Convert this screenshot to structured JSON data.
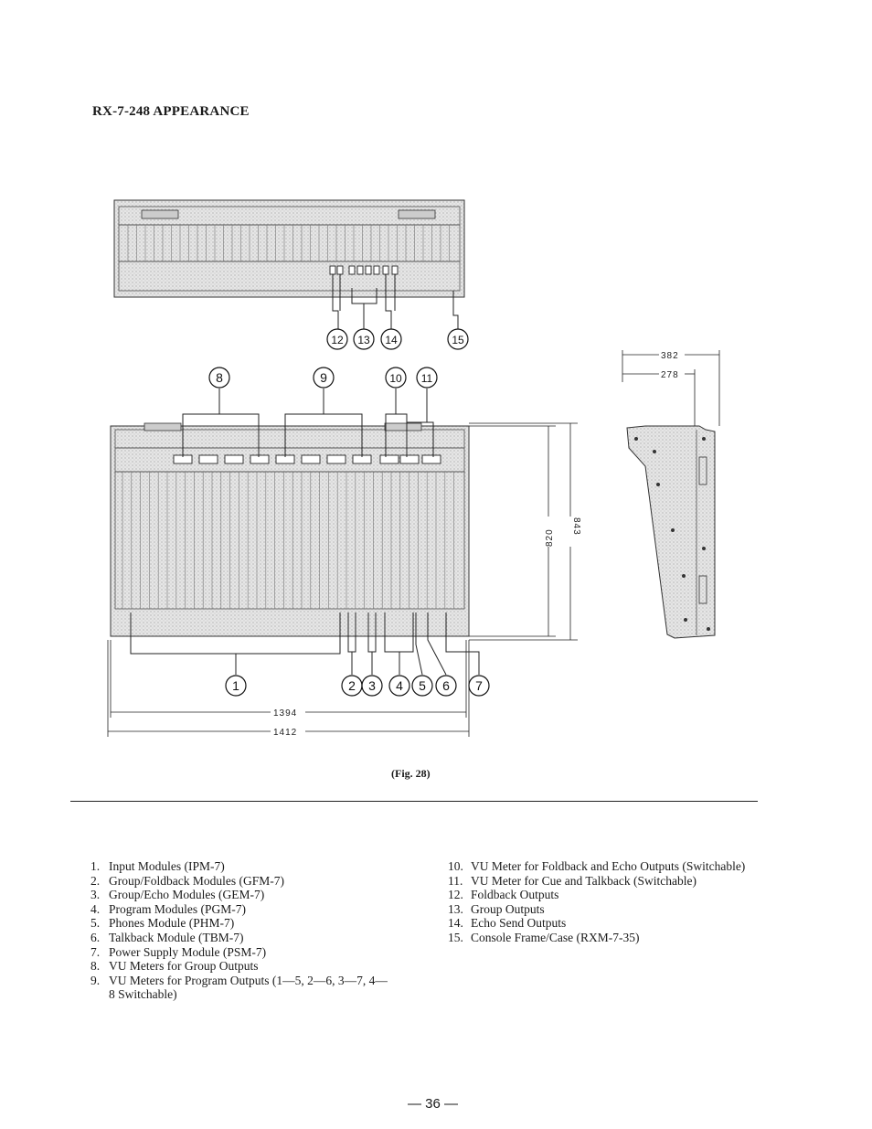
{
  "page": {
    "title": "RX-7-248 APPEARANCE",
    "caption": "(Fig. 28)",
    "page_number": "— 36 —"
  },
  "figure": {
    "dimensions": {
      "width_inner": "1394",
      "width_outer": "1412",
      "height_inner": "820",
      "height_outer": "843",
      "depth_outer": "382",
      "depth_inner": "278"
    },
    "callouts": [
      "1",
      "2",
      "3",
      "4",
      "5",
      "6",
      "7",
      "8",
      "9",
      "10",
      "11",
      "12",
      "13",
      "14",
      "15"
    ]
  },
  "legend": {
    "left": [
      {
        "num": "1.",
        "text": "Input Modules (IPM-7)"
      },
      {
        "num": "2.",
        "text": "Group/Foldback Modules (GFM-7)"
      },
      {
        "num": "3.",
        "text": "Group/Echo Modules (GEM-7)"
      },
      {
        "num": "4.",
        "text": "Program Modules (PGM-7)"
      },
      {
        "num": "5.",
        "text": "Phones Module (PHM-7)"
      },
      {
        "num": "6.",
        "text": "Talkback Module (TBM-7)"
      },
      {
        "num": "7.",
        "text": "Power Supply Module (PSM-7)"
      },
      {
        "num": "8.",
        "text": "VU Meters for Group Outputs"
      },
      {
        "num": "9.",
        "text": "VU Meters for Program Outputs (1—5, 2—6, 3—7, 4—8 Switchable)"
      }
    ],
    "right": [
      {
        "num": "10.",
        "text": "VU Meter for Foldback and Echo Outputs (Switchable)"
      },
      {
        "num": "11.",
        "text": "VU Meter for Cue and Talkback (Switchable)"
      },
      {
        "num": "12.",
        "text": "Foldback Outputs"
      },
      {
        "num": "13.",
        "text": "Group Outputs"
      },
      {
        "num": "14.",
        "text": "Echo Send Outputs"
      },
      {
        "num": "15.",
        "text": "Console Frame/Case (RXM-7-35)"
      }
    ]
  }
}
